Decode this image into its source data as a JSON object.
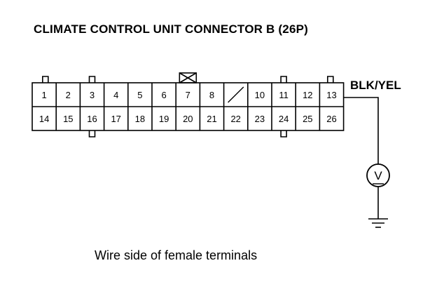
{
  "title": "CLIMATE CONTROL UNIT CONNECTOR B (26P)",
  "caption": "Wire side of female terminals",
  "connector": {
    "rows": [
      [
        {
          "pin": "1"
        },
        {
          "pin": "2"
        },
        {
          "pin": "3"
        },
        {
          "pin": "4"
        },
        {
          "pin": "5"
        },
        {
          "pin": "6"
        },
        {
          "pin": "7"
        },
        {
          "pin": "8"
        },
        {
          "pin": "",
          "blank": true
        },
        {
          "pin": "10"
        },
        {
          "pin": "11"
        },
        {
          "pin": "12"
        },
        {
          "pin": "13"
        }
      ],
      [
        {
          "pin": "14"
        },
        {
          "pin": "15"
        },
        {
          "pin": "16"
        },
        {
          "pin": "17"
        },
        {
          "pin": "18"
        },
        {
          "pin": "19"
        },
        {
          "pin": "20"
        },
        {
          "pin": "21"
        },
        {
          "pin": "22"
        },
        {
          "pin": "23"
        },
        {
          "pin": "24"
        },
        {
          "pin": "25"
        },
        {
          "pin": "26"
        }
      ]
    ]
  },
  "wire": {
    "pin": "13",
    "label": "BLK/YEL"
  },
  "meter": {
    "letter": "V"
  }
}
